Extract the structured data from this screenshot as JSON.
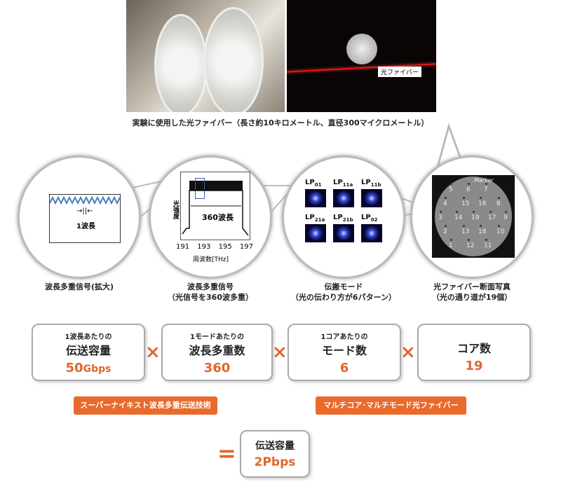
{
  "photos": {
    "fiber_label": "光ファイバー",
    "caption": "実験に使用した光ファイバー（長さ約10キロメートル、直径300マイクロメートル）"
  },
  "circles": [
    {
      "label1": "波長多重信号(拡大)",
      "label2": "",
      "inner": "1波長"
    },
    {
      "label1": "波長多重信号",
      "label2": "（光信号を360波多重）",
      "inner": "360波長",
      "ylabel": "光強度",
      "xlabel": "周波数[THz]",
      "xticks": [
        "191",
        "193",
        "195",
        "197"
      ]
    },
    {
      "label1": "伝搬モード",
      "label2": "（光の伝わり方が6パターン）",
      "modes": [
        [
          "LP",
          "01"
        ],
        [
          "LP",
          "11a"
        ],
        [
          "LP",
          "11b"
        ],
        [
          "LP",
          "21a"
        ],
        [
          "LP",
          "21b"
        ],
        [
          "LP",
          "02"
        ]
      ]
    },
    {
      "label1": "光ファイバー断面写真",
      "label2": "（光の通り道が19個）",
      "marker": "Marker",
      "cores": [
        "5",
        "6",
        "7",
        "4",
        "15",
        "16",
        "8",
        "3",
        "14",
        "19",
        "17",
        "9",
        "2",
        "13",
        "18",
        "10",
        "1",
        "12",
        "11"
      ]
    }
  ],
  "factors": [
    {
      "small": "1波長あたりの",
      "main": "伝送容量",
      "value": "50",
      "unit": "Gbps"
    },
    {
      "small": "1モードあたりの",
      "main": "波長多重数",
      "value": "360",
      "unit": ""
    },
    {
      "small": "1コアあたりの",
      "main": "モード数",
      "value": "6",
      "unit": ""
    },
    {
      "small": "",
      "main": "コア数",
      "value": "19",
      "unit": ""
    }
  ],
  "times": "×",
  "tech": [
    "スーパーナイキスト波長多重伝送技術",
    "マルチコア･マルチモード光ファイバー"
  ],
  "result": {
    "equals": "=",
    "main": "伝送容量",
    "value": "2Pbps"
  },
  "colors": {
    "accent": "#e96a2b"
  }
}
